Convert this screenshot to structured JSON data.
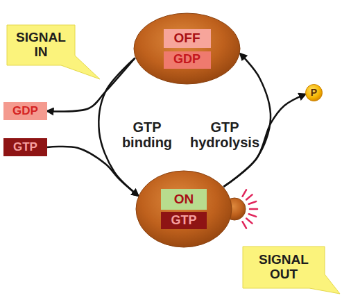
{
  "diagram": {
    "nodes": [
      {
        "text": [
          "OFF",
          "GDP"
        ]
      },
      {
        "text": [
          "SIGNAL IN"
        ]
      },
      {
        "text": [
          "P"
        ]
      },
      {
        "text": [
          "GDP"
        ]
      },
      {
        "text": [
          "GTP"
        ]
      },
      {
        "text": [
          "ON",
          "GTP"
        ]
      },
      {
        "text": [
          "SIGNAL OUT"
        ]
      }
    ],
    "edges": [
      {
        "from": 0,
        "to": 5,
        "label": "GTP binding",
        "arrow": "to"
      },
      {
        "from": 5,
        "to": 0,
        "label": "GTP hydrolysis",
        "arrow": "to"
      },
      {
        "from": 0,
        "to": 3,
        "arrow": "to"
      },
      {
        "from": 4,
        "to": 5,
        "arrow": "to"
      },
      {
        "from": 5,
        "to": 2,
        "arrow": "to"
      }
    ]
  }
}
